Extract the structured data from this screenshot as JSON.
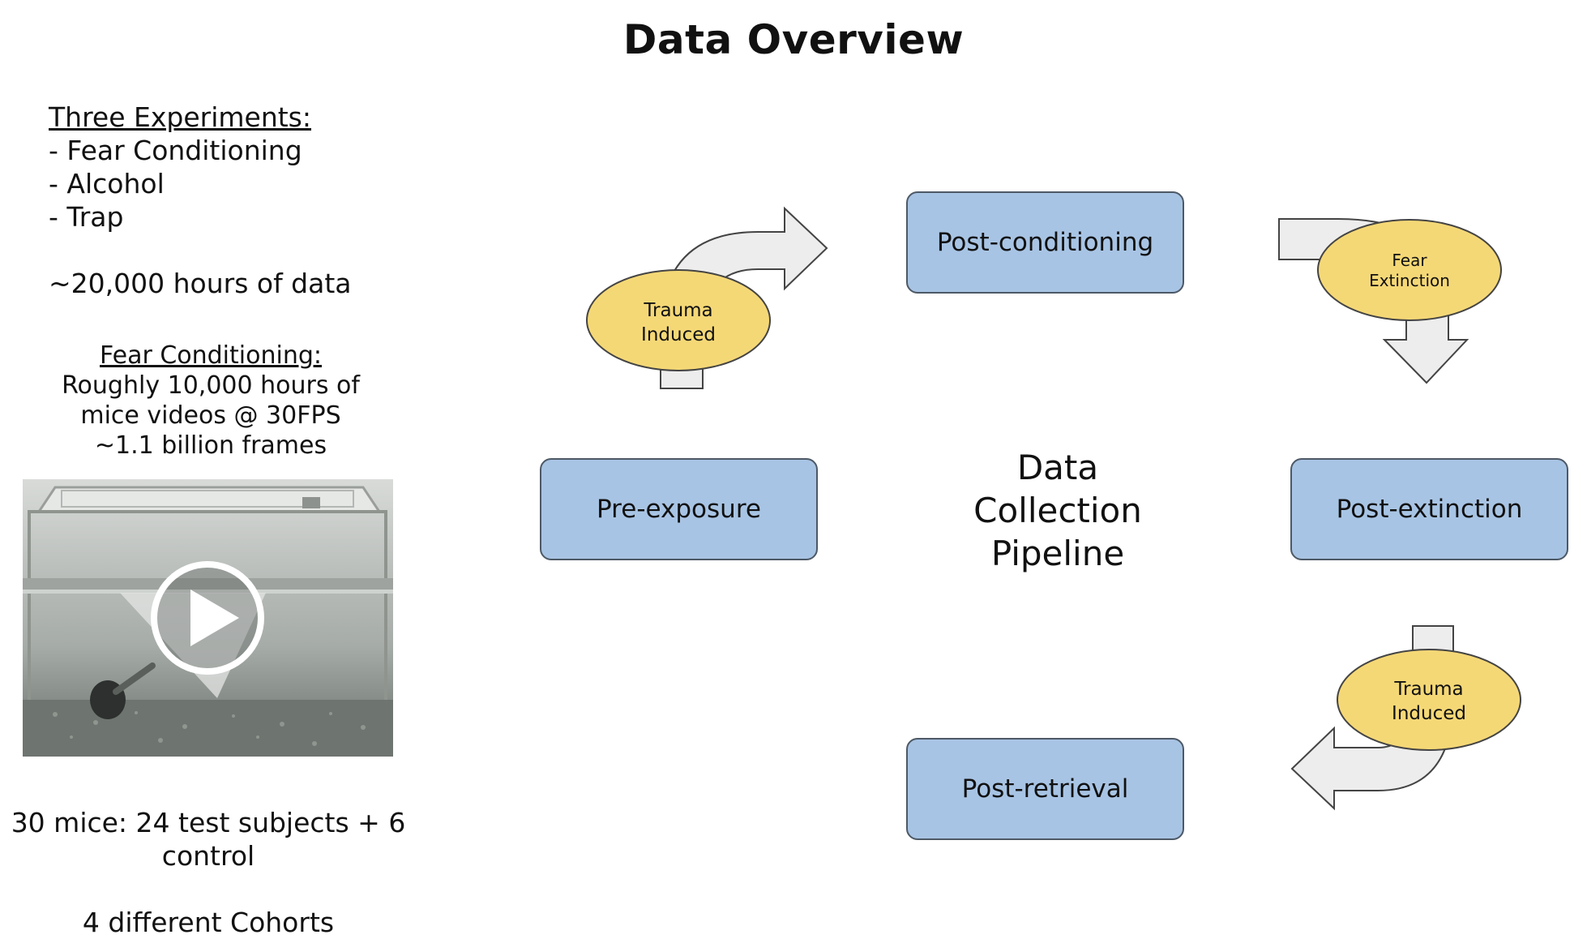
{
  "title": "Data Overview",
  "experiments": {
    "heading": "Three Experiments:",
    "items": [
      "- Fear Conditioning",
      "- Alcohol",
      "- Trap"
    ],
    "hours": "~20,000 hours of data"
  },
  "fear_conditioning": {
    "heading": "Fear Conditioning:",
    "lines": [
      "Roughly 10,000 hours of",
      "mice videos @ 30FPS",
      "~1.1 billion frames"
    ]
  },
  "summary": {
    "mice_line1": "30 mice: 24 test subjects + 6",
    "mice_line2": "control",
    "cohorts": "4 different Cohorts"
  },
  "diagram": {
    "center_lines": [
      "Data",
      "Collection",
      "Pipeline"
    ],
    "stages": {
      "pre_exposure": "Pre-exposure",
      "post_conditioning": "Post-conditioning",
      "post_extinction": "Post-extinction",
      "post_retrieval": "Post-retrieval"
    },
    "transitions": {
      "trauma_top": [
        "Trauma",
        "Induced"
      ],
      "fear_extinction": [
        "Fear",
        "Extinction"
      ],
      "trauma_bottom": [
        "Trauma",
        "Induced"
      ]
    }
  },
  "colors": {
    "stage_fill": "#a8c4e4",
    "transition_fill": "#f5d876",
    "arrow_fill": "#ededed"
  },
  "icons": {
    "video_play": "play-icon"
  }
}
